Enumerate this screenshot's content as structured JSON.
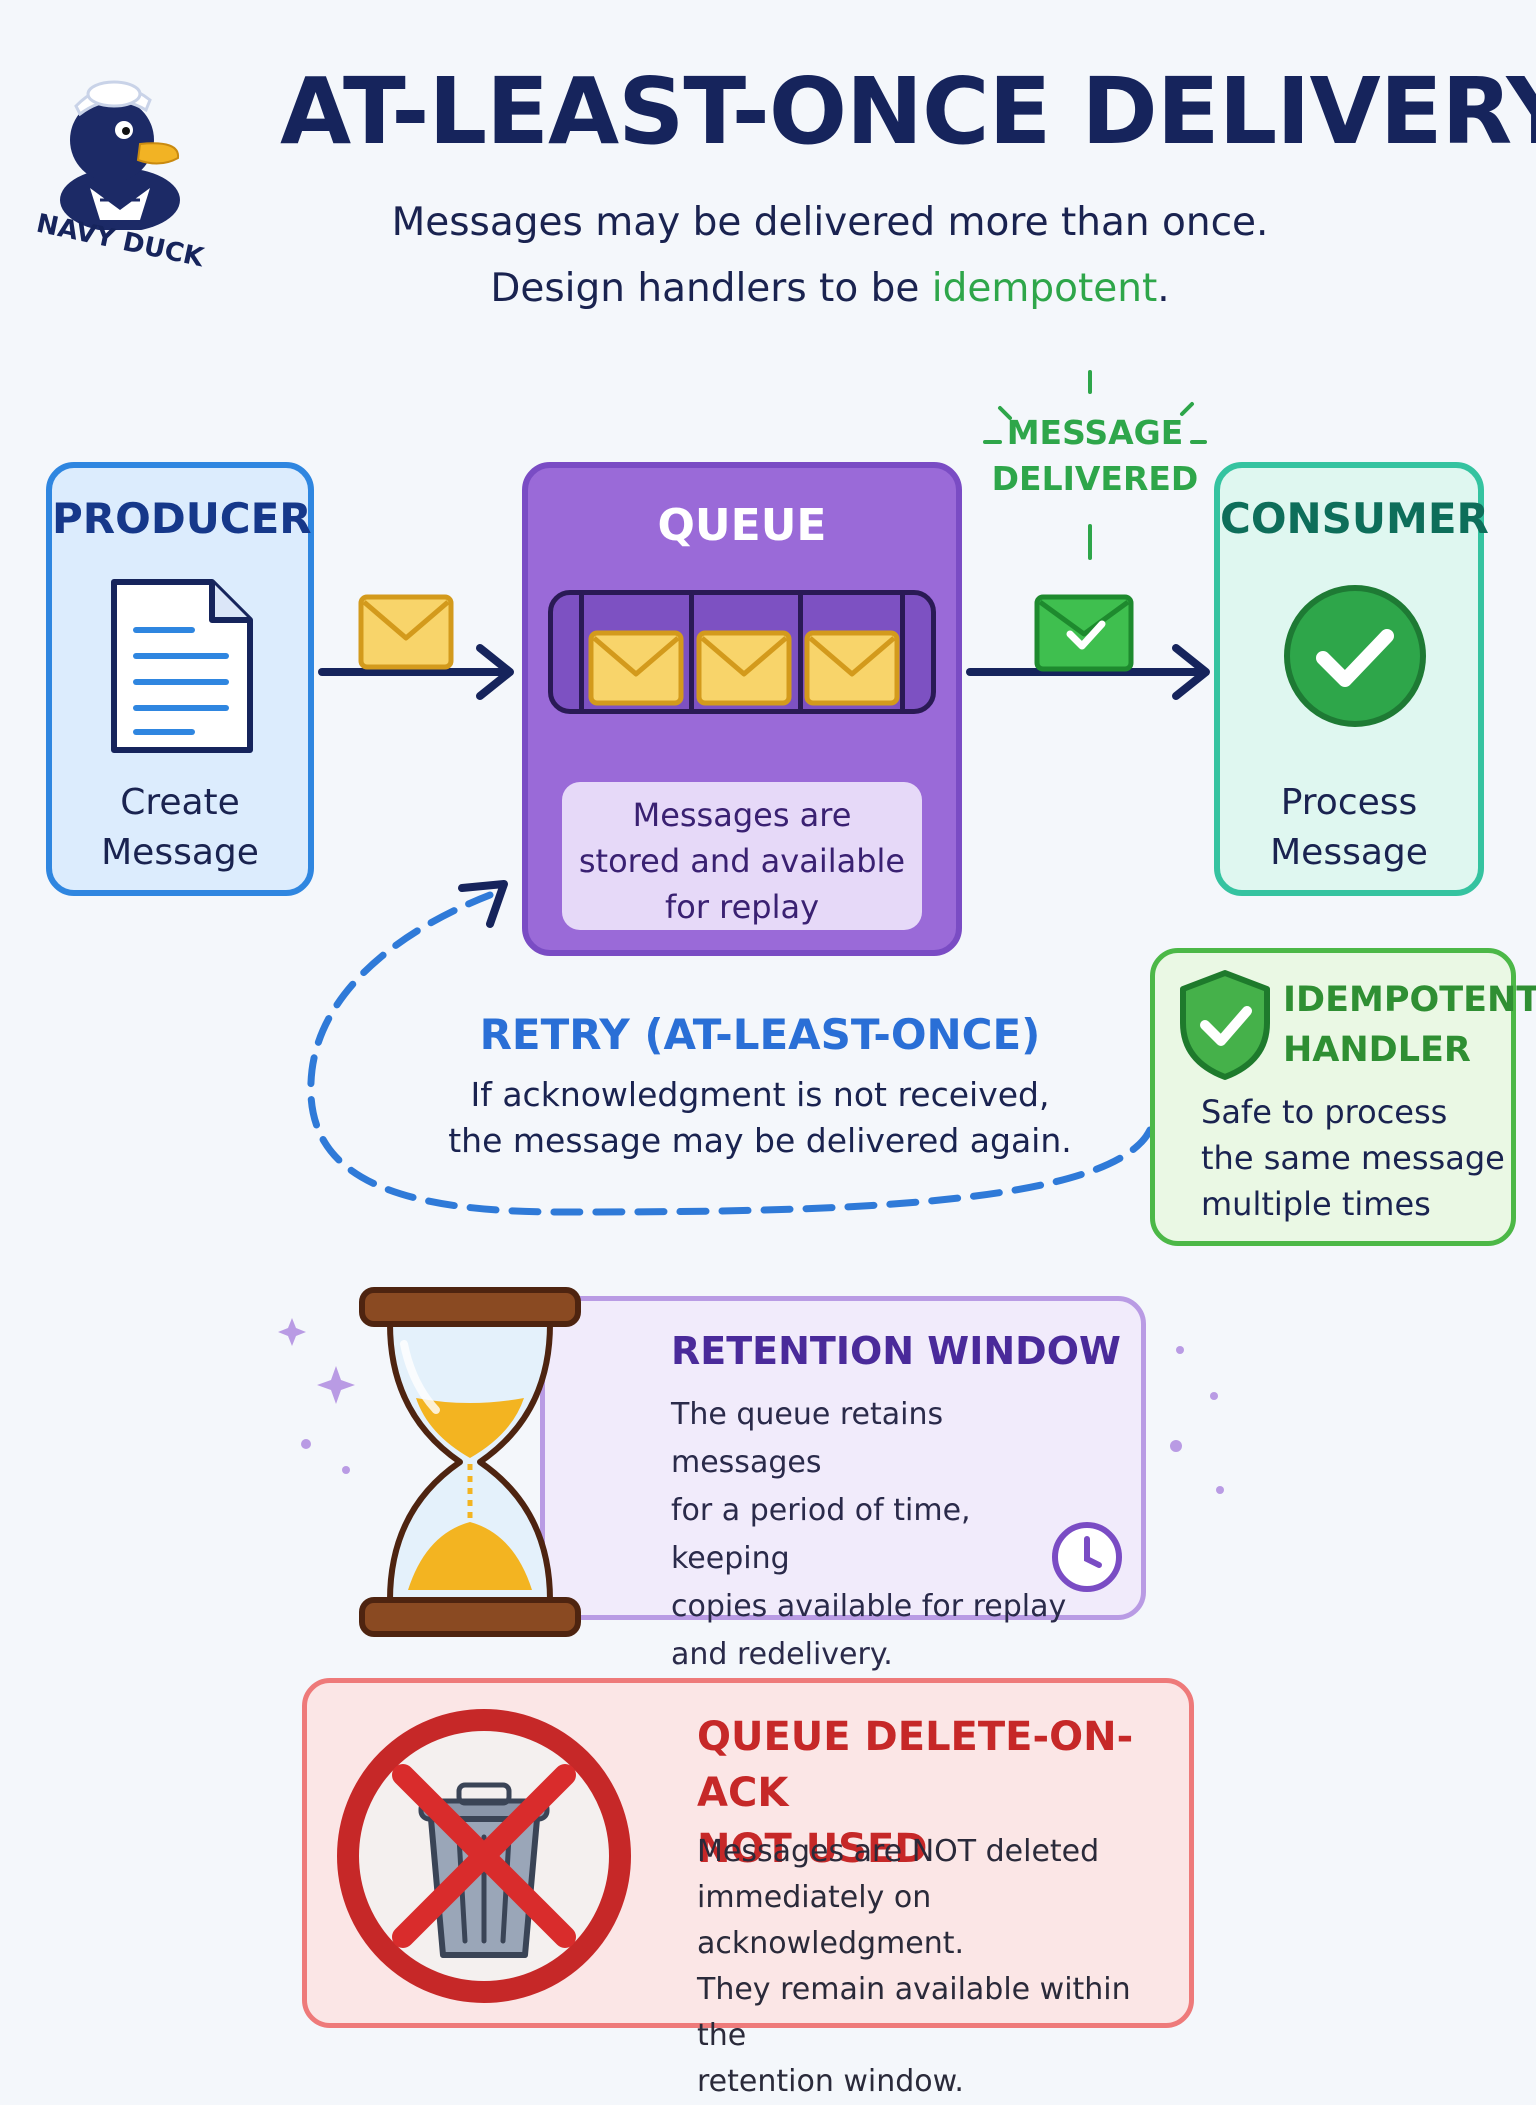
{
  "header": {
    "title": "AT-LEAST-ONCE DELIVERY",
    "subtitle_line1": "Messages may be delivered more than once.",
    "subtitle_line2_prefix": "Design handlers to be ",
    "subtitle_line2_highlight": "idempotent",
    "subtitle_line2_suffix": "."
  },
  "logo": {
    "text": "NAVY DUCK",
    "icon": "sailor-duck-icon"
  },
  "producer": {
    "title": "PRODUCER",
    "caption_line1": "Create",
    "caption_line2": "Message",
    "icon": "document-icon"
  },
  "queue": {
    "title": "QUEUE",
    "note_line1": "Messages are",
    "note_line2": "stored and available",
    "note_line3": "for replay",
    "icon": "envelope-icon"
  },
  "delivery": {
    "label_line1": "MESSAGE",
    "label_line2": "DELIVERED",
    "icon": "checked-envelope-icon"
  },
  "consumer": {
    "title": "CONSUMER",
    "caption_line1": "Process",
    "caption_line2": "Message",
    "icon": "check-circle-icon"
  },
  "retry": {
    "title": "RETRY (AT-LEAST-ONCE)",
    "body_line1": "If acknowledgment is not received,",
    "body_line2": "the message may be delivered again."
  },
  "idempotent": {
    "title_line1": "IDEMPOTENT",
    "title_line2": "HANDLER",
    "body_line1": "Safe to process",
    "body_line2": "the same message",
    "body_line3": "multiple times",
    "icon": "shield-check-icon"
  },
  "retention": {
    "title": "RETENTION WINDOW",
    "body_line1": "The queue retains messages",
    "body_line2": "for a period of time, keeping",
    "body_line3": "copies available for replay",
    "body_line4": "and redelivery.",
    "icon": "hourglass-icon",
    "clock_icon": "clock-icon"
  },
  "delete_on_ack": {
    "title_line1": "QUEUE DELETE-ON-ACK",
    "title_line2": "NOT USED",
    "body_line1": "Messages are NOT deleted",
    "body_line2": "immediately on acknowledgment.",
    "body_line3": "They remain available within the",
    "body_line4": "retention window.",
    "icon": "crossed-trash-icon"
  },
  "colors": {
    "producer": "#2f86e0",
    "queue": "#9a6ad8",
    "consumer": "#35c3a0",
    "idempotent": "#4cb847",
    "retention": "#b99be4",
    "delete": "#ee7a7a",
    "accent_green": "#2ea64a",
    "navy": "#16245c"
  }
}
